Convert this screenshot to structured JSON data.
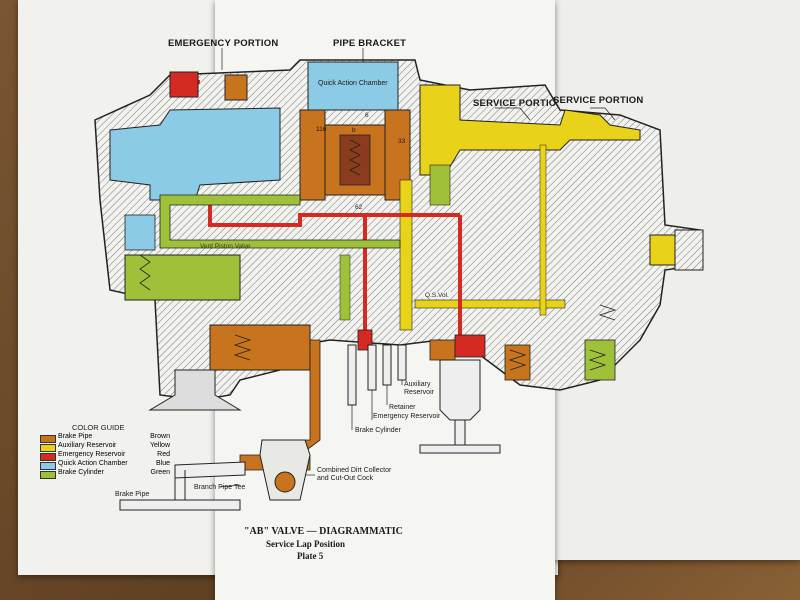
{
  "labels": {
    "emergency_portion": "EMERGENCY PORTION",
    "pipe_bracket": "PIPE BRACKET",
    "service_portion_1": "SERVICE PORTIO",
    "service_portion_2": "SERVICE PORTION",
    "quick_action_chamber": "Quick Action Chamber",
    "piston_vent_valve": "Vent Piston Valve",
    "qs_vol": "Q.S.Vol.",
    "num_116": "116",
    "num_b": "b",
    "num_6": "6",
    "num_33": "33",
    "num_62": "62",
    "auxiliary_reservoir": "Auxiliary\nReservoir",
    "retainer": "Retainer",
    "emergency_reservoir": "Emergency Reservoir",
    "brake_cylinder": "Brake Cylinder",
    "combined_dirt_collector": "Combined Dirt Collector\nand Cut-Out Cock",
    "branch_pipe_tee": "Branch Pipe Tee",
    "brake_pipe": "Brake Pipe"
  },
  "color_guide": {
    "title": "COLOR GUIDE",
    "items": [
      {
        "name": "Brake Pipe",
        "color_name": "Brown",
        "hex": "#c8741e"
      },
      {
        "name": "Auxiliary Reservoir",
        "color_name": "Yellow",
        "hex": "#e8d21a"
      },
      {
        "name": "Emergency Reservoir",
        "color_name": "Red",
        "hex": "#d42a22"
      },
      {
        "name": "Quick Action Chamber",
        "color_name": "Blue",
        "hex": "#8ccbe6"
      },
      {
        "name": "Brake Cylinder",
        "color_name": "Green",
        "hex": "#9fc13a"
      }
    ]
  },
  "caption": {
    "line1": "\"AB\" VALVE — DIAGRAMMATIC",
    "line2": "Service Lap Position",
    "line3": "Plate 5"
  }
}
